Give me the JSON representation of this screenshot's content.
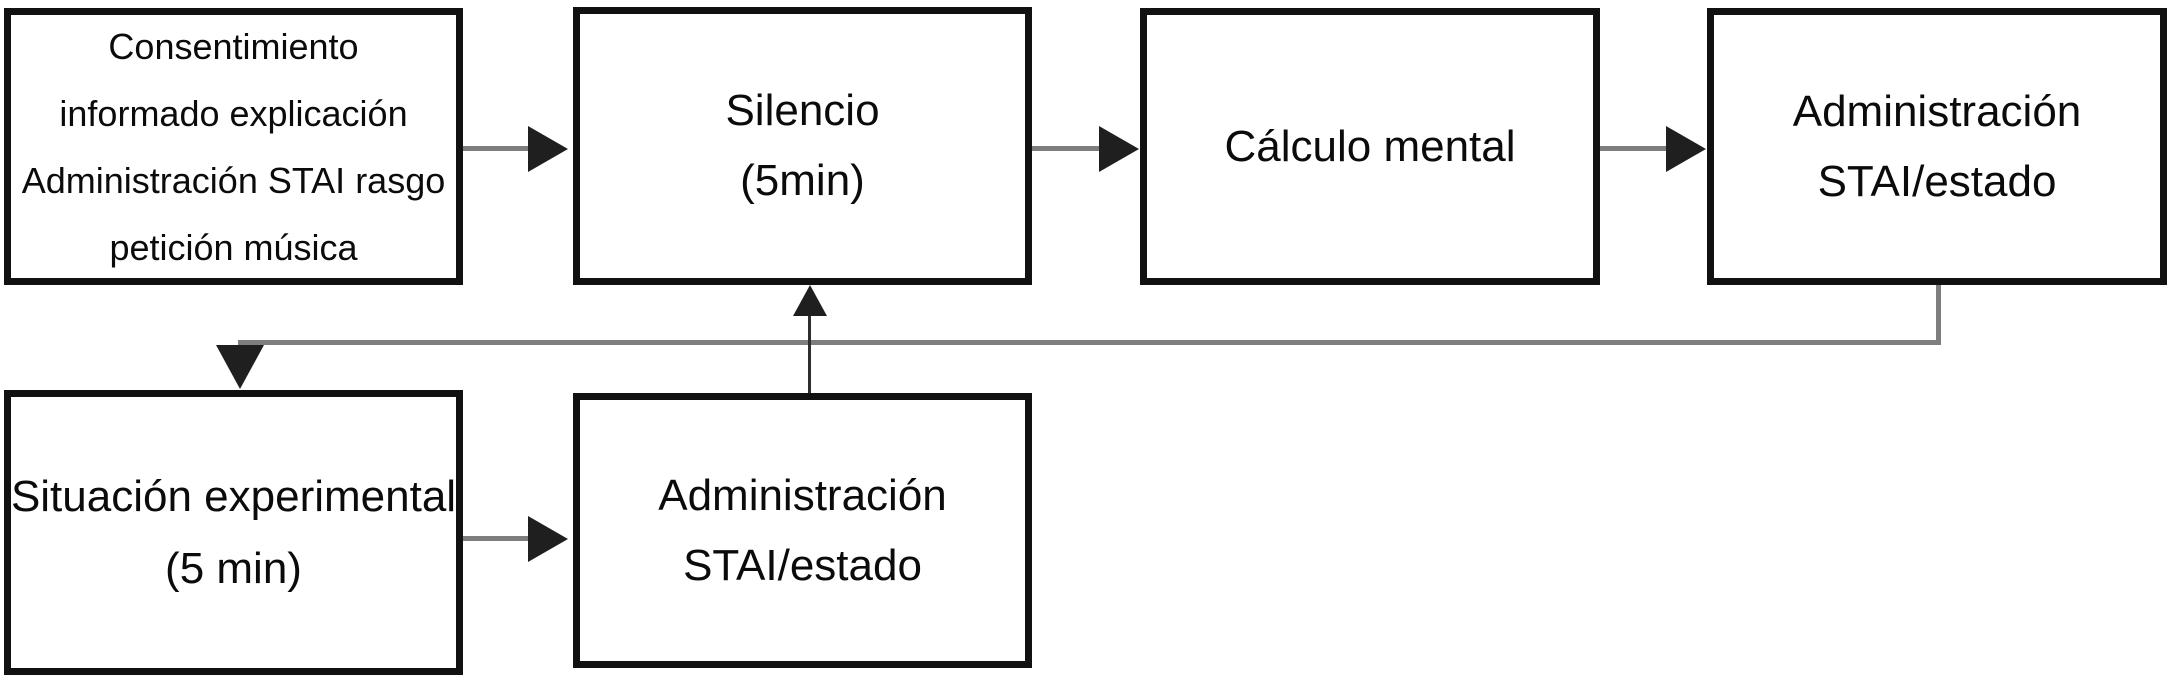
{
  "colors": {
    "background": "#ffffff",
    "box_fill": "#ffffff",
    "box_border": "#111111",
    "text": "#0b0b0b",
    "arrow_line": "#7e7e7e",
    "arrow_head": "#1f1f1f",
    "thin_arrow_line": "#2e2e2e"
  },
  "boxes": [
    {
      "id": "consentimiento",
      "lines": [
        "Consentimiento",
        "informado explicación",
        "Administración STAI rasgo",
        "petición música"
      ]
    },
    {
      "id": "silencio",
      "lines": [
        "Silencio",
        "(5min)"
      ]
    },
    {
      "id": "calculo-mental",
      "lines": [
        "Cálculo mental"
      ]
    },
    {
      "id": "administracion-stai-estado-superior",
      "lines": [
        "Administración",
        "STAI/estado"
      ]
    },
    {
      "id": "situacion-experimental",
      "lines": [
        "Situación experimental",
        "(5 min)"
      ]
    },
    {
      "id": "administracion-stai-estado-inferior",
      "lines": [
        "Administración",
        "STAI/estado"
      ]
    }
  ],
  "connections": [
    {
      "from": "consentimiento",
      "to": "silencio"
    },
    {
      "from": "silencio",
      "to": "calculo-mental"
    },
    {
      "from": "calculo-mental",
      "to": "administracion-stai-estado-superior"
    },
    {
      "from": "administracion-stai-estado-superior",
      "to": "situacion-experimental"
    },
    {
      "from": "situacion-experimental",
      "to": "administracion-stai-estado-inferior"
    },
    {
      "from": "administracion-stai-estado-inferior",
      "to": "silencio"
    }
  ]
}
